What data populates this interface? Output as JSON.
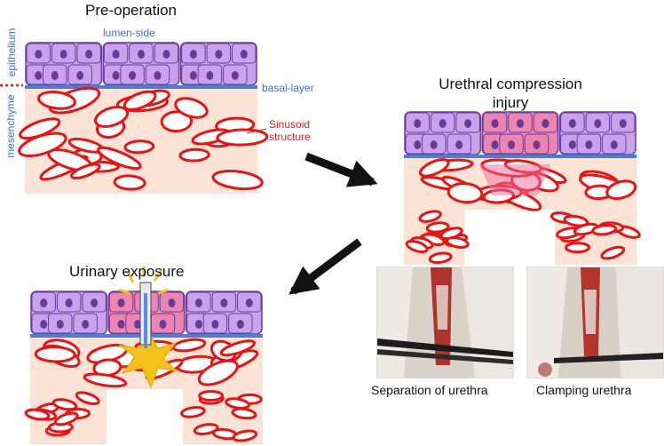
{
  "panels": {
    "pre_operation": {
      "title": "Pre-operation"
    },
    "compression": {
      "title": "Urethral compression\ninjury"
    },
    "exposure": {
      "title": "Urinary exposure"
    }
  },
  "labels": {
    "lumen_side": "lumen-side",
    "basal_layer": "basal-layer",
    "epithelium": "epithelium",
    "mesenchyme": "mesenchyme",
    "sinusoid": "Sinusoid\nstructure"
  },
  "photos": [
    {
      "caption": "Separation of urethra"
    },
    {
      "caption": "Clamping urethra"
    }
  ],
  "colors": {
    "epithelium": "#c9a2ec",
    "injured_epithelium": "#ec86b0",
    "nucleus": "#6a3a96",
    "basal_line": "#4a7fd4",
    "sinusoid_stroke": "#ee1111",
    "stroma": "#fbe3d6",
    "urine": "#f3c21a"
  }
}
